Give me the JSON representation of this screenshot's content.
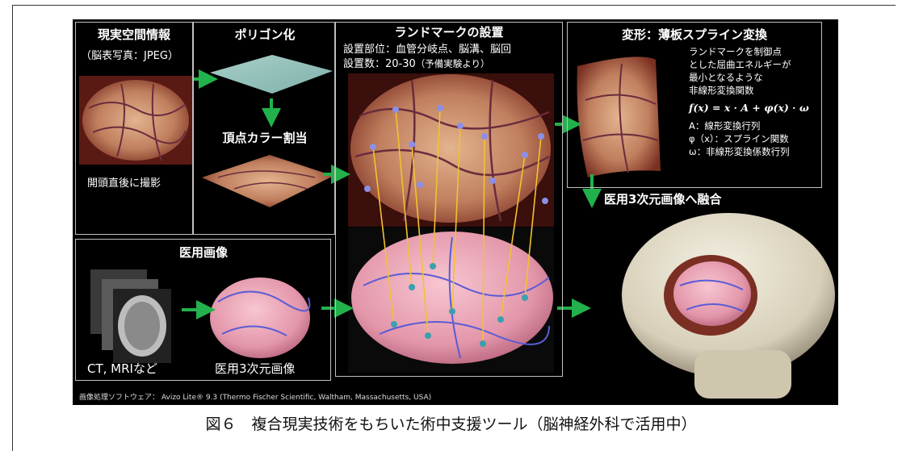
{
  "panels": {
    "real_space": {
      "title": "現実空間情報",
      "subtitle": "（脳表写真：JPEG）",
      "note": "開頭直後に撮影"
    },
    "polygon": {
      "title": "ポリゴン化",
      "vertex_title": "頂点カラー割当"
    },
    "landmark": {
      "title": "ランドマークの設置",
      "line1": "設置部位：血管分岐点、脳溝、脳回",
      "line2": "設置数：20-30",
      "line2_note": "（予備実験より）"
    },
    "transform": {
      "title": "変形：薄板スプライン変換",
      "desc": [
        "ランドマークを制御点",
        "とした屈曲エネルギーが",
        "最小となるような",
        "非線形変換関数"
      ],
      "formula": "f(x) = x · A + φ(x) · ω",
      "legend": [
        "A：線形変換行列",
        "φ（x）：スプライン関数",
        "ω：非線形変換係数行列"
      ]
    },
    "fusion_label": "医用3次元画像へ融合",
    "medical": {
      "title": "医用画像",
      "ct_label": "CT, MRIなど",
      "model_label": "医用3次元画像"
    }
  },
  "footer": "画像処理ソフトウェア： Avizo Lite® 9.3 (Thermo Fischer Scientific, Waltham, Massachusetts, USA)",
  "caption": "図６　複合現実技術をもちいた術中支援ツール（脳神経外科で活用中）",
  "colors": {
    "arrow": "#22b14c",
    "landmark_line": "#f2c230",
    "brain_photo": "#c98b6a",
    "brain_model": "#e9a3b5",
    "skull": "#e6e0cf"
  }
}
